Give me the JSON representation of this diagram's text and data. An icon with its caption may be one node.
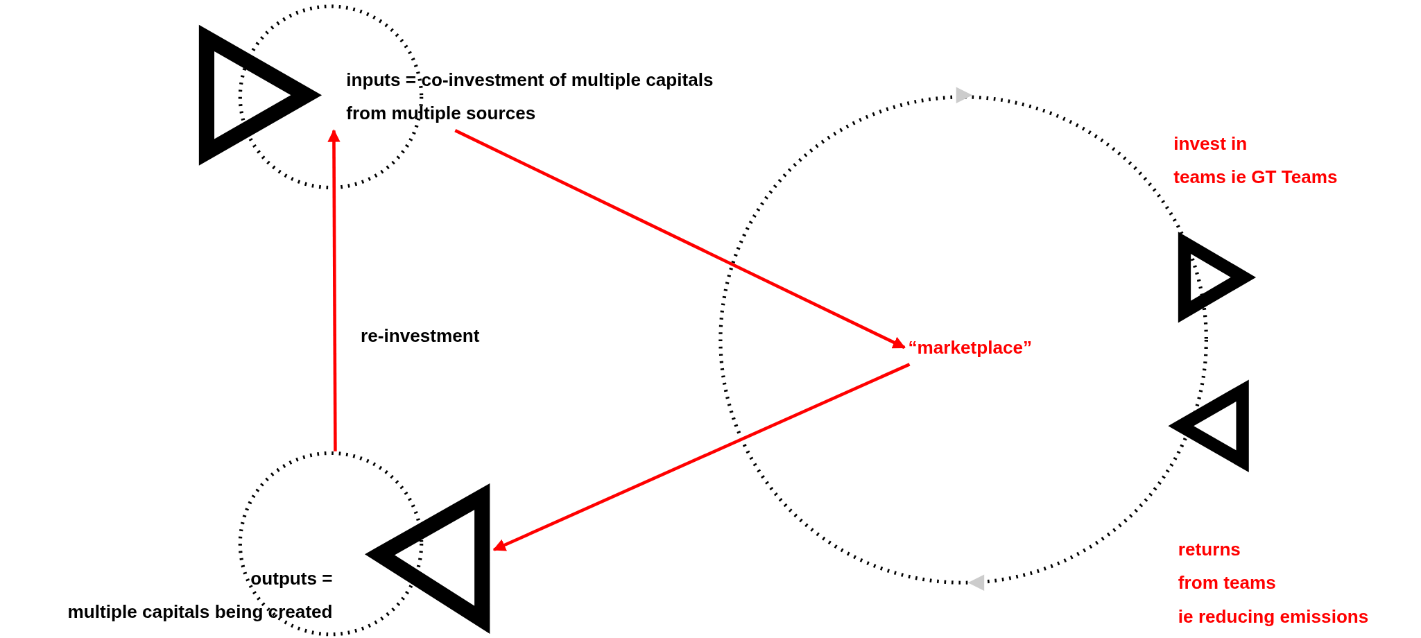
{
  "diagram": {
    "nodes": [
      {
        "text": [
          "inputs = co-investment of multiple capitals from multiple sources"
        ]
      },
      {
        "text": [
          "“marketplace”"
        ]
      },
      {
        "text": [
          "outputs = multiple capitals being created"
        ]
      }
    ],
    "edges": [
      {
        "from": 0,
        "to": 1,
        "arrow": "to",
        "color": "#ff0000"
      },
      {
        "from": 1,
        "to": 2,
        "arrow": "to",
        "color": "#ff0000"
      },
      {
        "from": 2,
        "to": 0,
        "arrow": "to",
        "color": "#ff0000",
        "label": "re-investment"
      }
    ],
    "labels": [
      "invest in teams ie GT Teams",
      "returns from teams ie reducing emissions"
    ]
  }
}
